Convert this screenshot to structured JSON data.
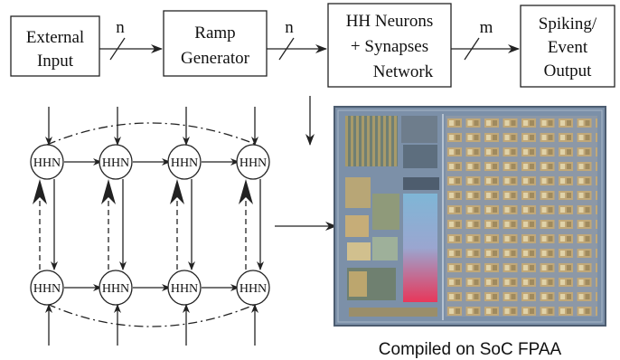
{
  "blocks": {
    "external_input": [
      "External",
      "Input"
    ],
    "ramp_generator": [
      "Ramp",
      "Generator"
    ],
    "hh_network": [
      "HH Neurons",
      "+ Synapses",
      "Network"
    ],
    "output": [
      "Spiking/",
      "Event",
      "Output"
    ]
  },
  "bus_labels": {
    "n1": "n",
    "n2": "n",
    "m": "m"
  },
  "neuron_label": "HHN",
  "caption": "Compiled on SoC FPAA",
  "chip_colors": {
    "die": "#7c90a8",
    "cells": "#b09a6a",
    "gradient_top": "#7fb6d6",
    "gradient_bottom": "#e8375a"
  }
}
